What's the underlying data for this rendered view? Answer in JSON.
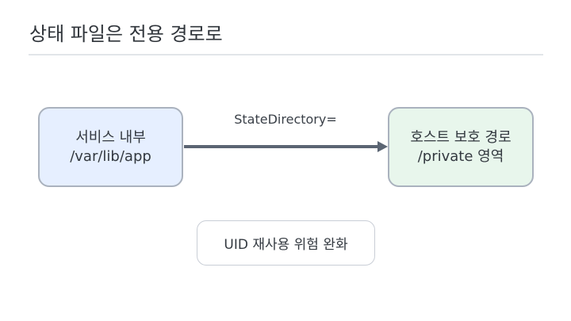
{
  "title": "상태 파일은 전용 경로로",
  "nodes": {
    "source": {
      "line1": "서비스 내부",
      "line2": "/var/lib/app"
    },
    "target": {
      "line1": "호스트 보호 경로",
      "line2": "/private 영역"
    }
  },
  "edge": {
    "label": "StateDirectory="
  },
  "note": "UID 재사용 위험 완화",
  "colors": {
    "source_fill": "#e6efff",
    "target_fill": "#e8f6ec",
    "node_border": "#aab2be",
    "arrow": "#5b6573"
  }
}
